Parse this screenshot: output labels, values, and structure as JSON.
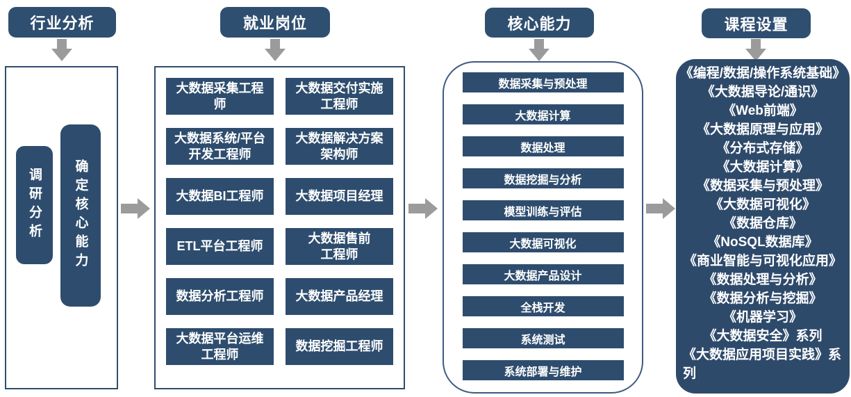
{
  "colors": {
    "dark_blue": "#2E4D6E",
    "header_blue": "#2F4F70",
    "panel_border": "#3C5A82",
    "panel4_fill": "#2E4A6B",
    "arrow_gray": "#9B9B9B"
  },
  "industry_analysis": {
    "header": "行业分析",
    "step_research": "调研分析",
    "step_define": "确定核心能力"
  },
  "job_positions": {
    "header": "就业岗位",
    "jobs": [
      "大数据采集工程\n师",
      "大数据交付实施\n工程师",
      "大数据系统/平台\n开发工程师",
      "大数据解决方案\n架构师",
      "大数据BI工程师",
      "大数据项目经理",
      "ETL平台工程师",
      "大数据售前\n工程师",
      "数据分析工程师",
      "大数据产品经理",
      "大数据平台运维\n工程师",
      "数据挖掘工程师"
    ]
  },
  "core_abilities": {
    "header": "核心能力",
    "abilities": [
      "数据采集与预处理",
      "大数据计算",
      "数据处理",
      "数据挖掘与分析",
      "模型训练与评估",
      "大数据可视化",
      "大数据产品设计",
      "全栈开发",
      "系统测试",
      "系统部署与维护"
    ]
  },
  "curriculum": {
    "header": "课程设置",
    "courses": [
      "《编程/数据/操作系统基础》",
      "《大数据导论/通识》",
      "《Web前端》",
      "《大数据原理与应用》",
      "《分布式存储》",
      "《大数据计算》",
      "《数据采集与预处理》",
      "《大数据可视化》",
      "《数据仓库》",
      "《NoSQL数据库》",
      "《商业智能与可视化应用》",
      "《数据处理与分析》",
      "《数据分析与挖掘》",
      "《机器学习》",
      "《大数据安全》系列",
      "《大数据应用项目实践》系列"
    ]
  }
}
